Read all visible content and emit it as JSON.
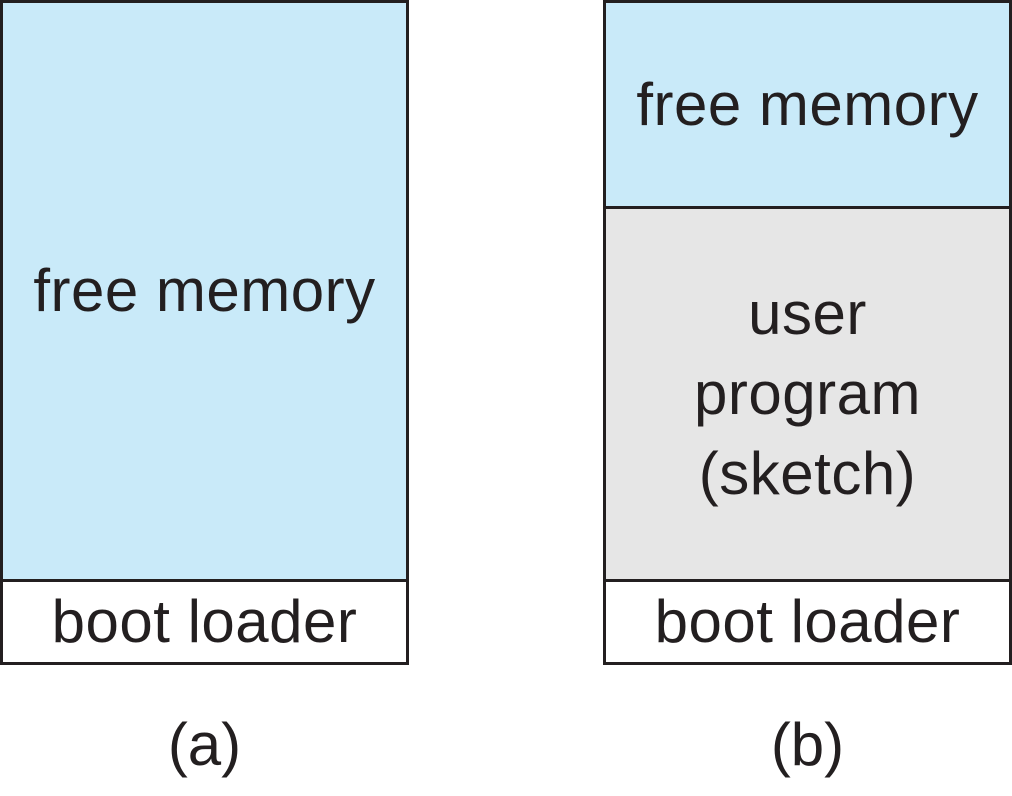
{
  "diagram_a": {
    "free_memory": "free memory",
    "boot_loader": "boot loader",
    "caption": "(a)"
  },
  "diagram_b": {
    "free_memory": "free memory",
    "user_program_lines": [
      "user",
      "program",
      "(sketch)"
    ],
    "boot_loader": "boot loader",
    "caption": "(b)"
  },
  "colors": {
    "free_memory": "#c9eaf9",
    "user_program": "#e6e6e6",
    "boot_loader": "#ffffff",
    "border": "#231f20"
  }
}
